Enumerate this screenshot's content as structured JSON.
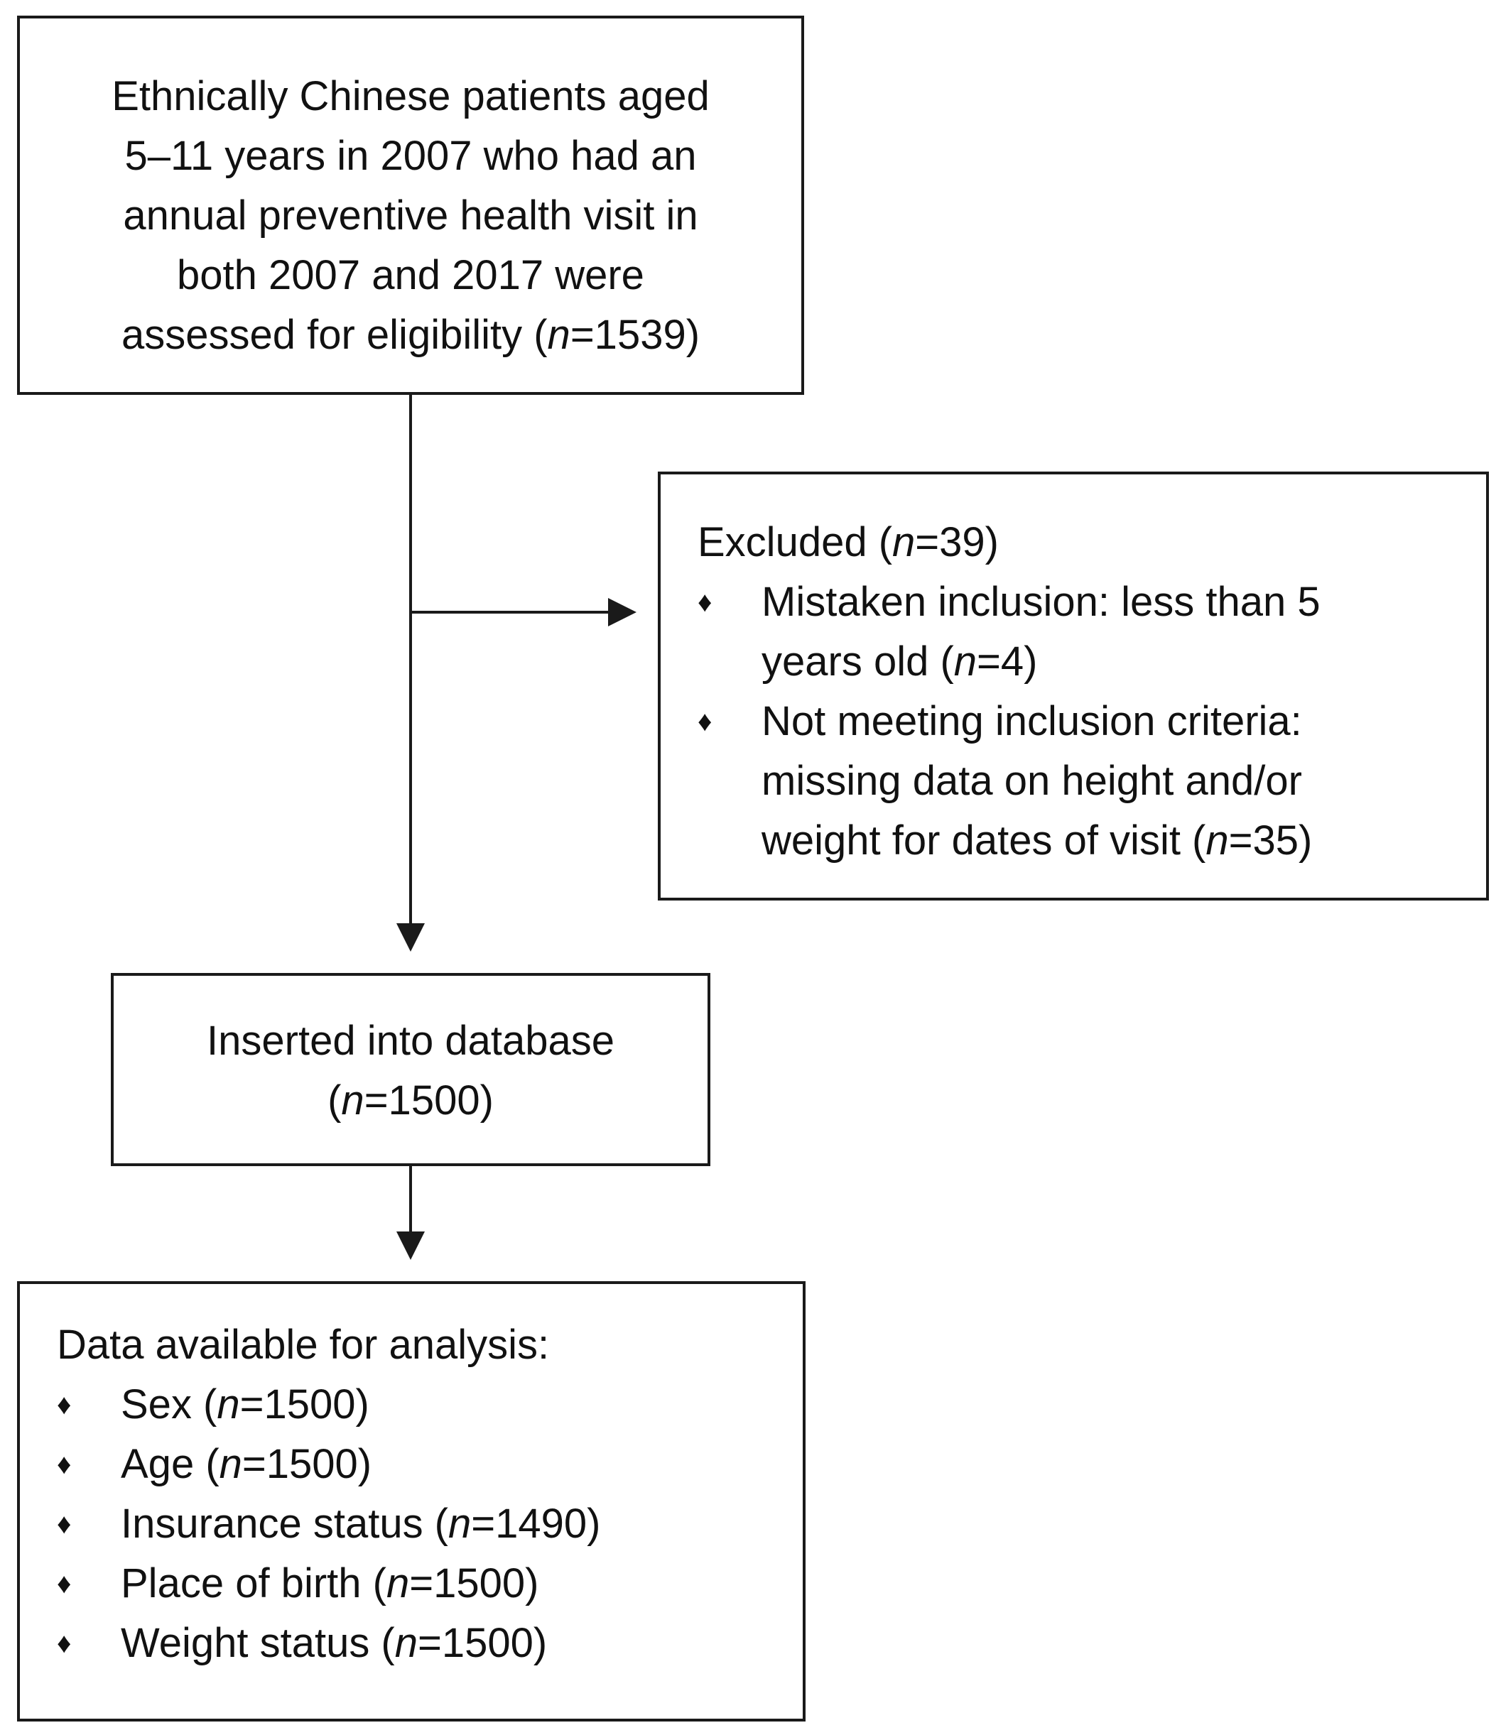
{
  "flowchart": {
    "assessed": {
      "lines": [
        "Ethnically Chinese patients aged",
        "5–11 years in 2007 who had an",
        "annual preventive health visit in",
        "both 2007 and 2017 were"
      ],
      "last_line_prefix": "assessed for eligibility (",
      "n_label": "n",
      "n_value": "=1539)"
    },
    "excluded": {
      "heading_prefix": "Excluded (",
      "heading_n": "n",
      "heading_value": "=39)",
      "items": [
        {
          "line1": "Mistaken inclusion: less than 5",
          "line2_prefix": "years old (",
          "n_label": "n",
          "n_value": "=4)"
        },
        {
          "line1": "Not meeting inclusion criteria:",
          "line2": "missing data on height and/or",
          "line3_prefix": "weight for dates of visit (",
          "n_label": "n",
          "n_value": "=35)"
        }
      ]
    },
    "inserted": {
      "line1": "Inserted into database",
      "line2_prefix": "(",
      "n_label": "n",
      "n_value": "=1500)"
    },
    "analysis": {
      "heading": "Data available for analysis:",
      "items": [
        {
          "label": "Sex (",
          "n_label": "n",
          "n_value": "=1500)"
        },
        {
          "label": "Age (",
          "n_label": "n",
          "n_value": "=1500)"
        },
        {
          "label": "Insurance status (",
          "n_label": "n",
          "n_value": "=1490)"
        },
        {
          "label": "Place of birth (",
          "n_label": "n",
          "n_value": "=1500)"
        },
        {
          "label": "Weight status (",
          "n_label": "n",
          "n_value": "=1500)"
        }
      ]
    },
    "bullet_glyph": "♦",
    "colors": {
      "border": "#1a1a1a",
      "text": "#111111",
      "background": "#ffffff"
    }
  }
}
